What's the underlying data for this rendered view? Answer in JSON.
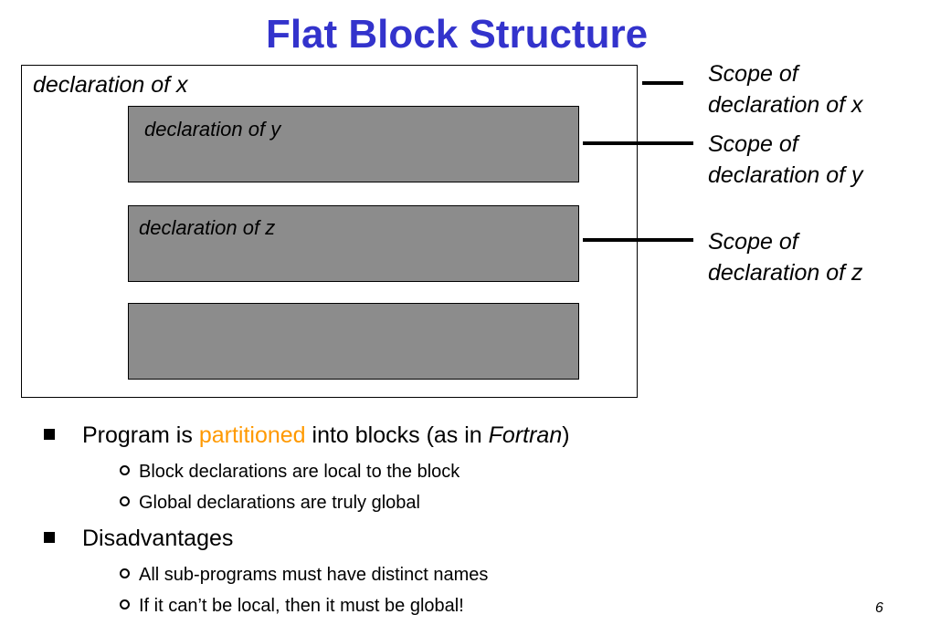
{
  "title": "Flat Block Structure",
  "diagram": {
    "outer_label": "declaration of x",
    "block_y_label": "declaration of y",
    "block_z_label": "declaration of z",
    "scope_x": [
      "Scope of",
      "declaration of x"
    ],
    "scope_y": [
      "Scope of",
      "declaration of y"
    ],
    "scope_z": [
      "Scope of",
      "declaration of z"
    ]
  },
  "bullets": {
    "b1_pre": "Program is ",
    "b1_highlight": "partitioned",
    "b1_mid": " into blocks (as in ",
    "b1_italic": "Fortran",
    "b1_post": ")",
    "b1a": "Block declarations are local to the block",
    "b1b": "Global declarations are truly global",
    "b2": "Disadvantages",
    "b2a": "All sub-programs must have distinct names",
    "b2b": "If it can’t be local, then it must be global!"
  },
  "colors": {
    "title": "#3333cc",
    "highlight": "#ff9900",
    "block_fill": "#8c8c8c"
  },
  "page_number": "6"
}
